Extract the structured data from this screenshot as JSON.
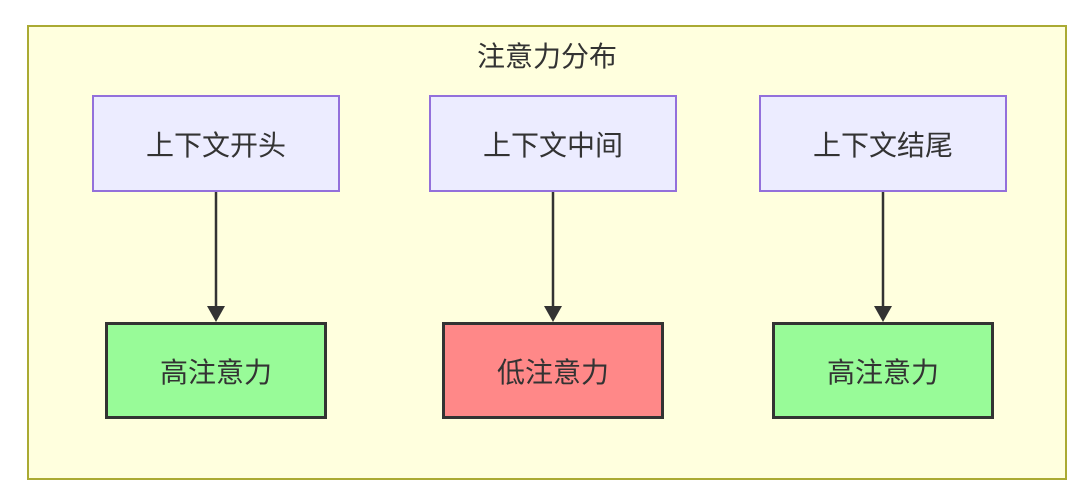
{
  "diagram": {
    "title": "注意力分布",
    "sources": [
      {
        "label": "上下文开头"
      },
      {
        "label": "上下文中间"
      },
      {
        "label": "上下文结尾"
      }
    ],
    "targets": [
      {
        "label": "高注意力",
        "level": "high"
      },
      {
        "label": "低注意力",
        "level": "low"
      },
      {
        "label": "高注意力",
        "level": "high"
      }
    ],
    "edges": [
      {
        "from": "上下文开头",
        "to": "高注意力"
      },
      {
        "from": "上下文中间",
        "to": "低注意力"
      },
      {
        "from": "上下文结尾",
        "to": "高注意力"
      }
    ],
    "colors": {
      "cluster_fill": "#FFFFDE",
      "cluster_border": "#AAAA33",
      "source_fill": "#ECECFF",
      "source_border": "#9370DB",
      "high_attention_fill": "#98FB98",
      "low_attention_fill": "#FF8888",
      "target_border": "#333333",
      "arrow": "#333333",
      "text": "#333333"
    }
  }
}
